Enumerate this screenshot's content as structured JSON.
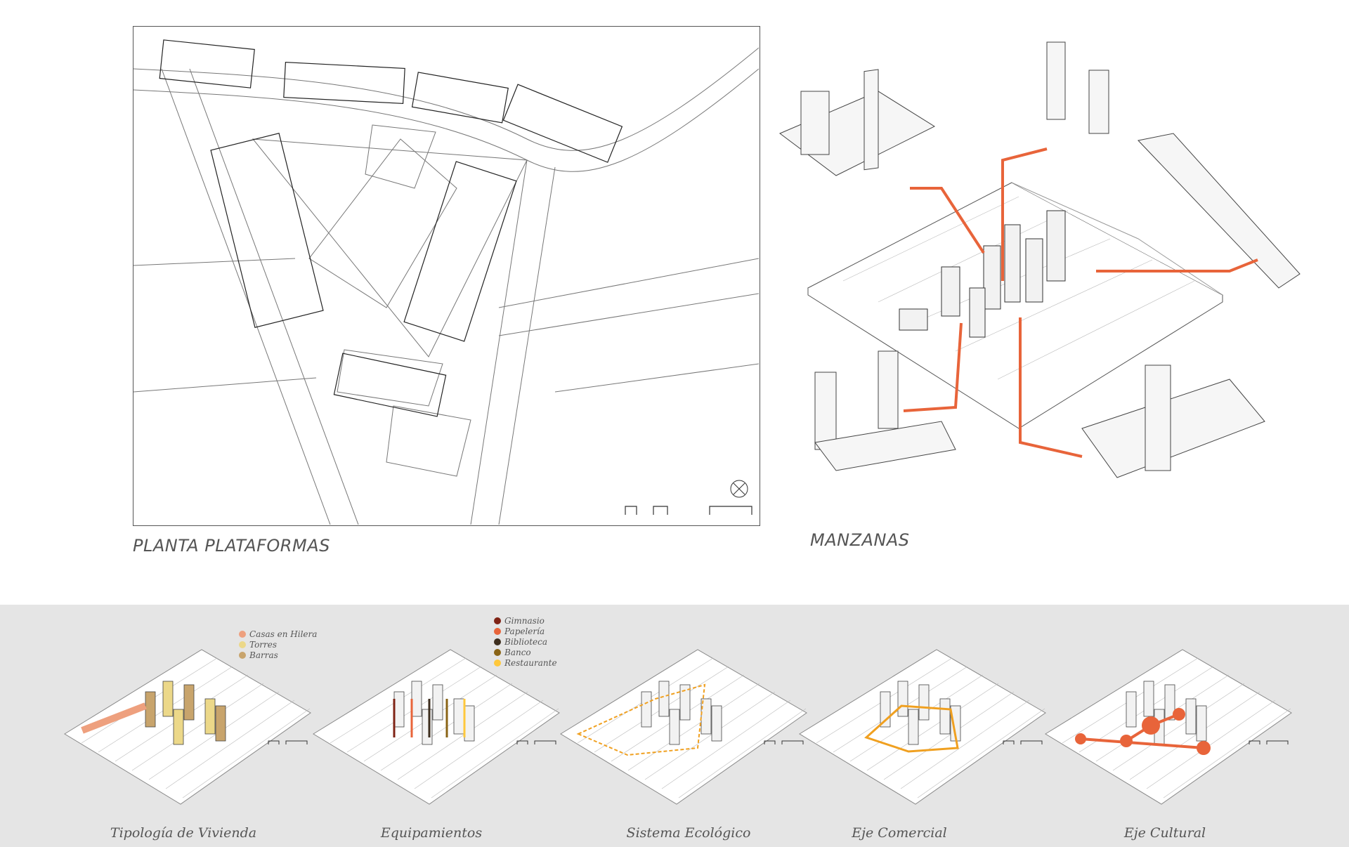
{
  "plan": {
    "title": "PLANTA PLATAFORMAS"
  },
  "blocks": {
    "title": "MANZANAS"
  },
  "accent_color": "#e8643a",
  "diagrams": [
    {
      "caption": "Tipología de Vivienda",
      "legend": [
        {
          "label": "Casas en Hilera",
          "color": "#eea07e"
        },
        {
          "label": "Torres",
          "color": "#ecd889"
        },
        {
          "label": "Barras",
          "color": "#c8a46c"
        }
      ]
    },
    {
      "caption": "Equipamientos",
      "legend": [
        {
          "label": "Gimnasio",
          "color": "#7f2315"
        },
        {
          "label": "Papelería",
          "color": "#e8643a"
        },
        {
          "label": "Biblioteca",
          "color": "#3d2e1e"
        },
        {
          "label": "Banco",
          "color": "#8a6416"
        },
        {
          "label": "Restaurante",
          "color": "#ffc83c"
        }
      ]
    },
    {
      "caption": "Sistema Ecológico"
    },
    {
      "caption": "Eje Comercial"
    },
    {
      "caption": "Eje Cultural"
    }
  ]
}
